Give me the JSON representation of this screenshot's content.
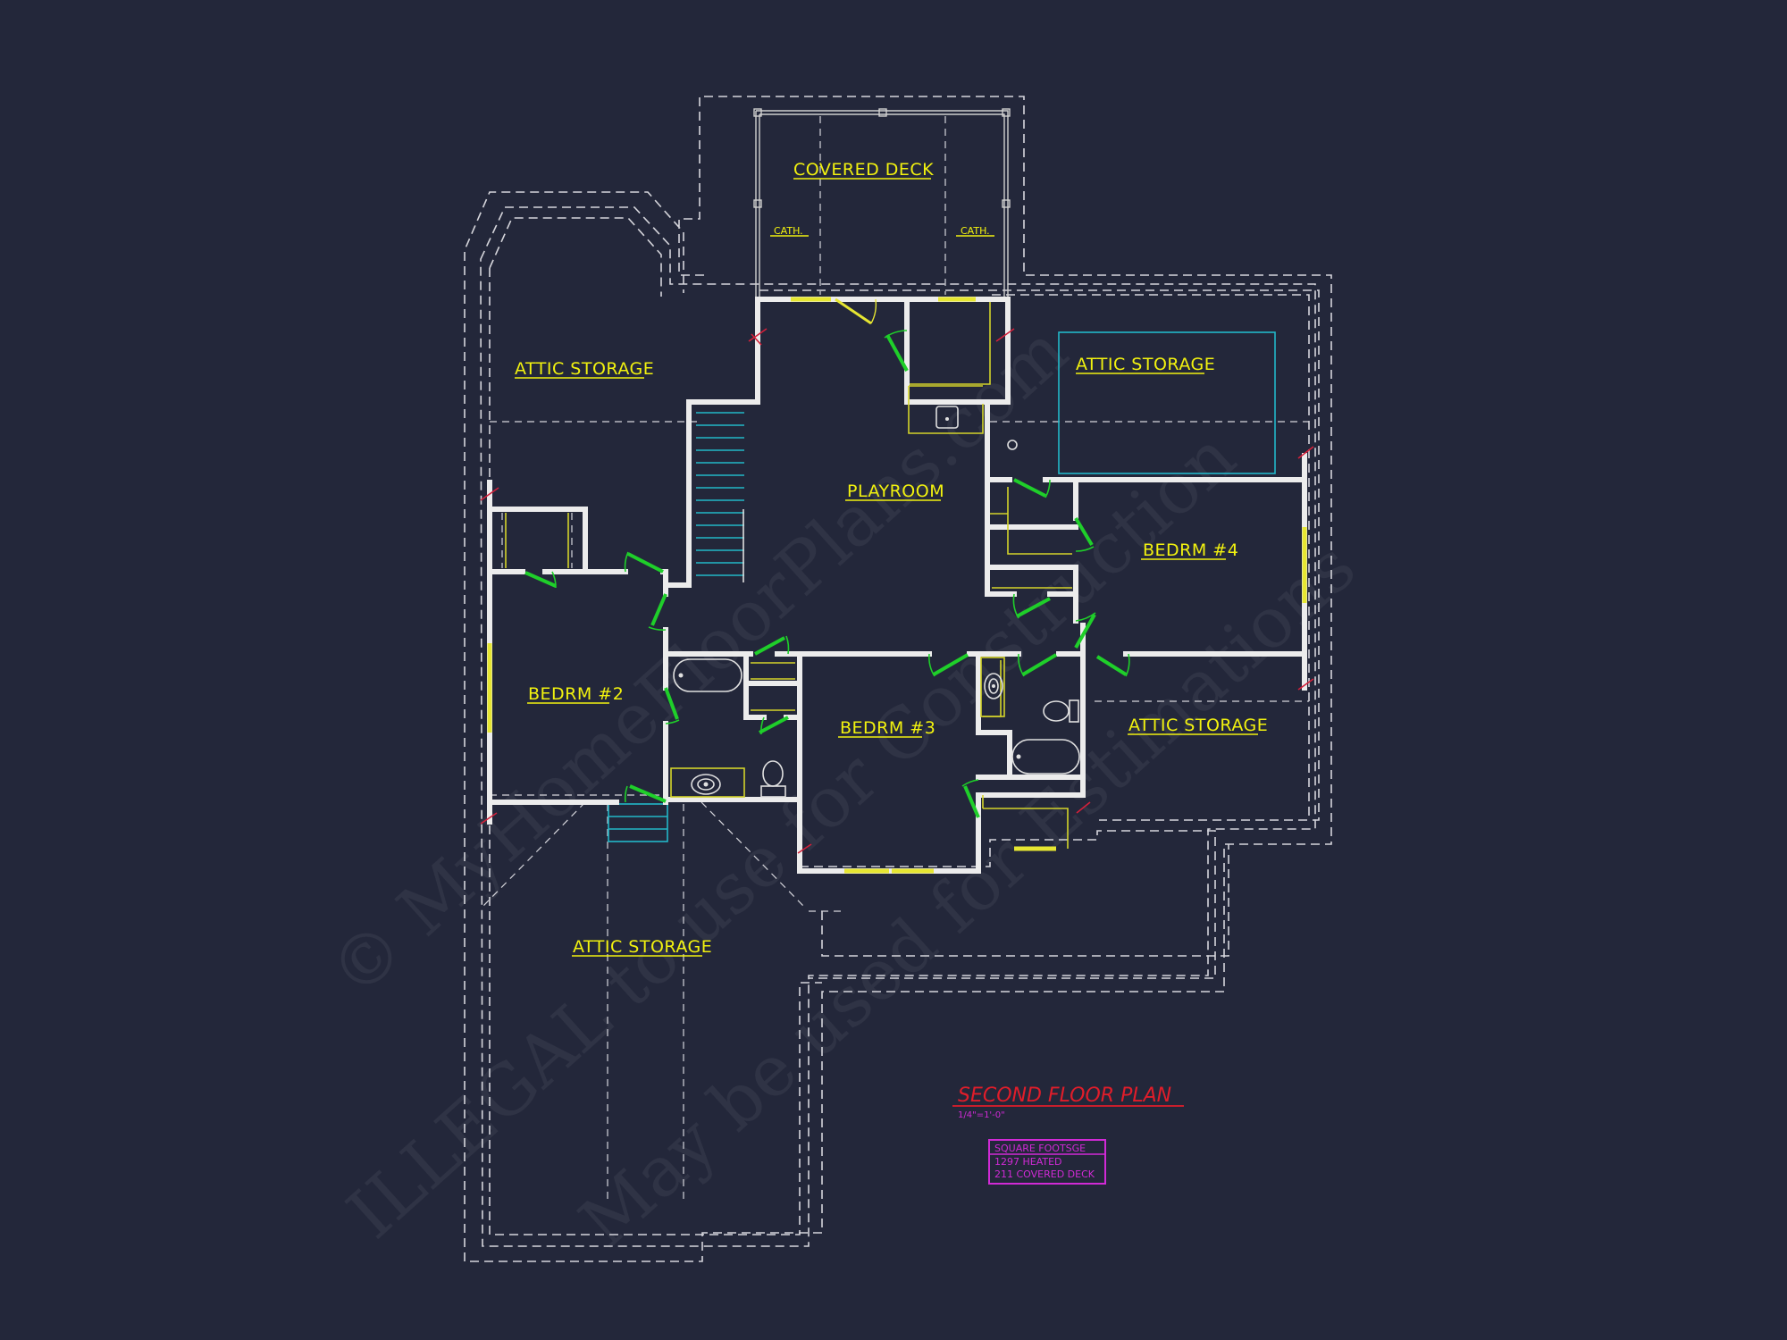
{
  "plan": {
    "title": "SECOND FLOOR PLAN",
    "scale": "1/4\"=1'-0\"",
    "colors": {
      "background": "#23273a",
      "walls": "#ececec",
      "labels": "#f2f20f",
      "doors": "#1fcf2a",
      "title": "#e01d2a",
      "schedule": "#d12ad6",
      "stairs": "#22b8c8"
    }
  },
  "rooms": {
    "covered_deck": "COVERED DECK",
    "cath_left": "CATH.",
    "cath_right": "CATH.",
    "attic_nw": "ATTIC STORAGE",
    "attic_ne": "ATTIC STORAGE",
    "playroom": "PLAYROOM",
    "bedrm4": "BEDRM #4",
    "bedrm2": "BEDRM #2",
    "bedrm3": "BEDRM #3",
    "attic_e": "ATTIC STORAGE",
    "attic_s": "ATTIC STORAGE"
  },
  "square_footage": {
    "header": "SQUARE FOOTSGE",
    "rows": [
      {
        "value": "1297",
        "label": "HEATED"
      },
      {
        "value": "211",
        "label": "COVERED DECK"
      }
    ],
    "row1": "1297  HEATED",
    "row2": "211  COVERED DECK"
  },
  "watermark": {
    "line1": "© MyHomeFloorPlans.com",
    "line2": "ILLEGAL to use for Construction",
    "line3": "May be used for Estimations"
  }
}
